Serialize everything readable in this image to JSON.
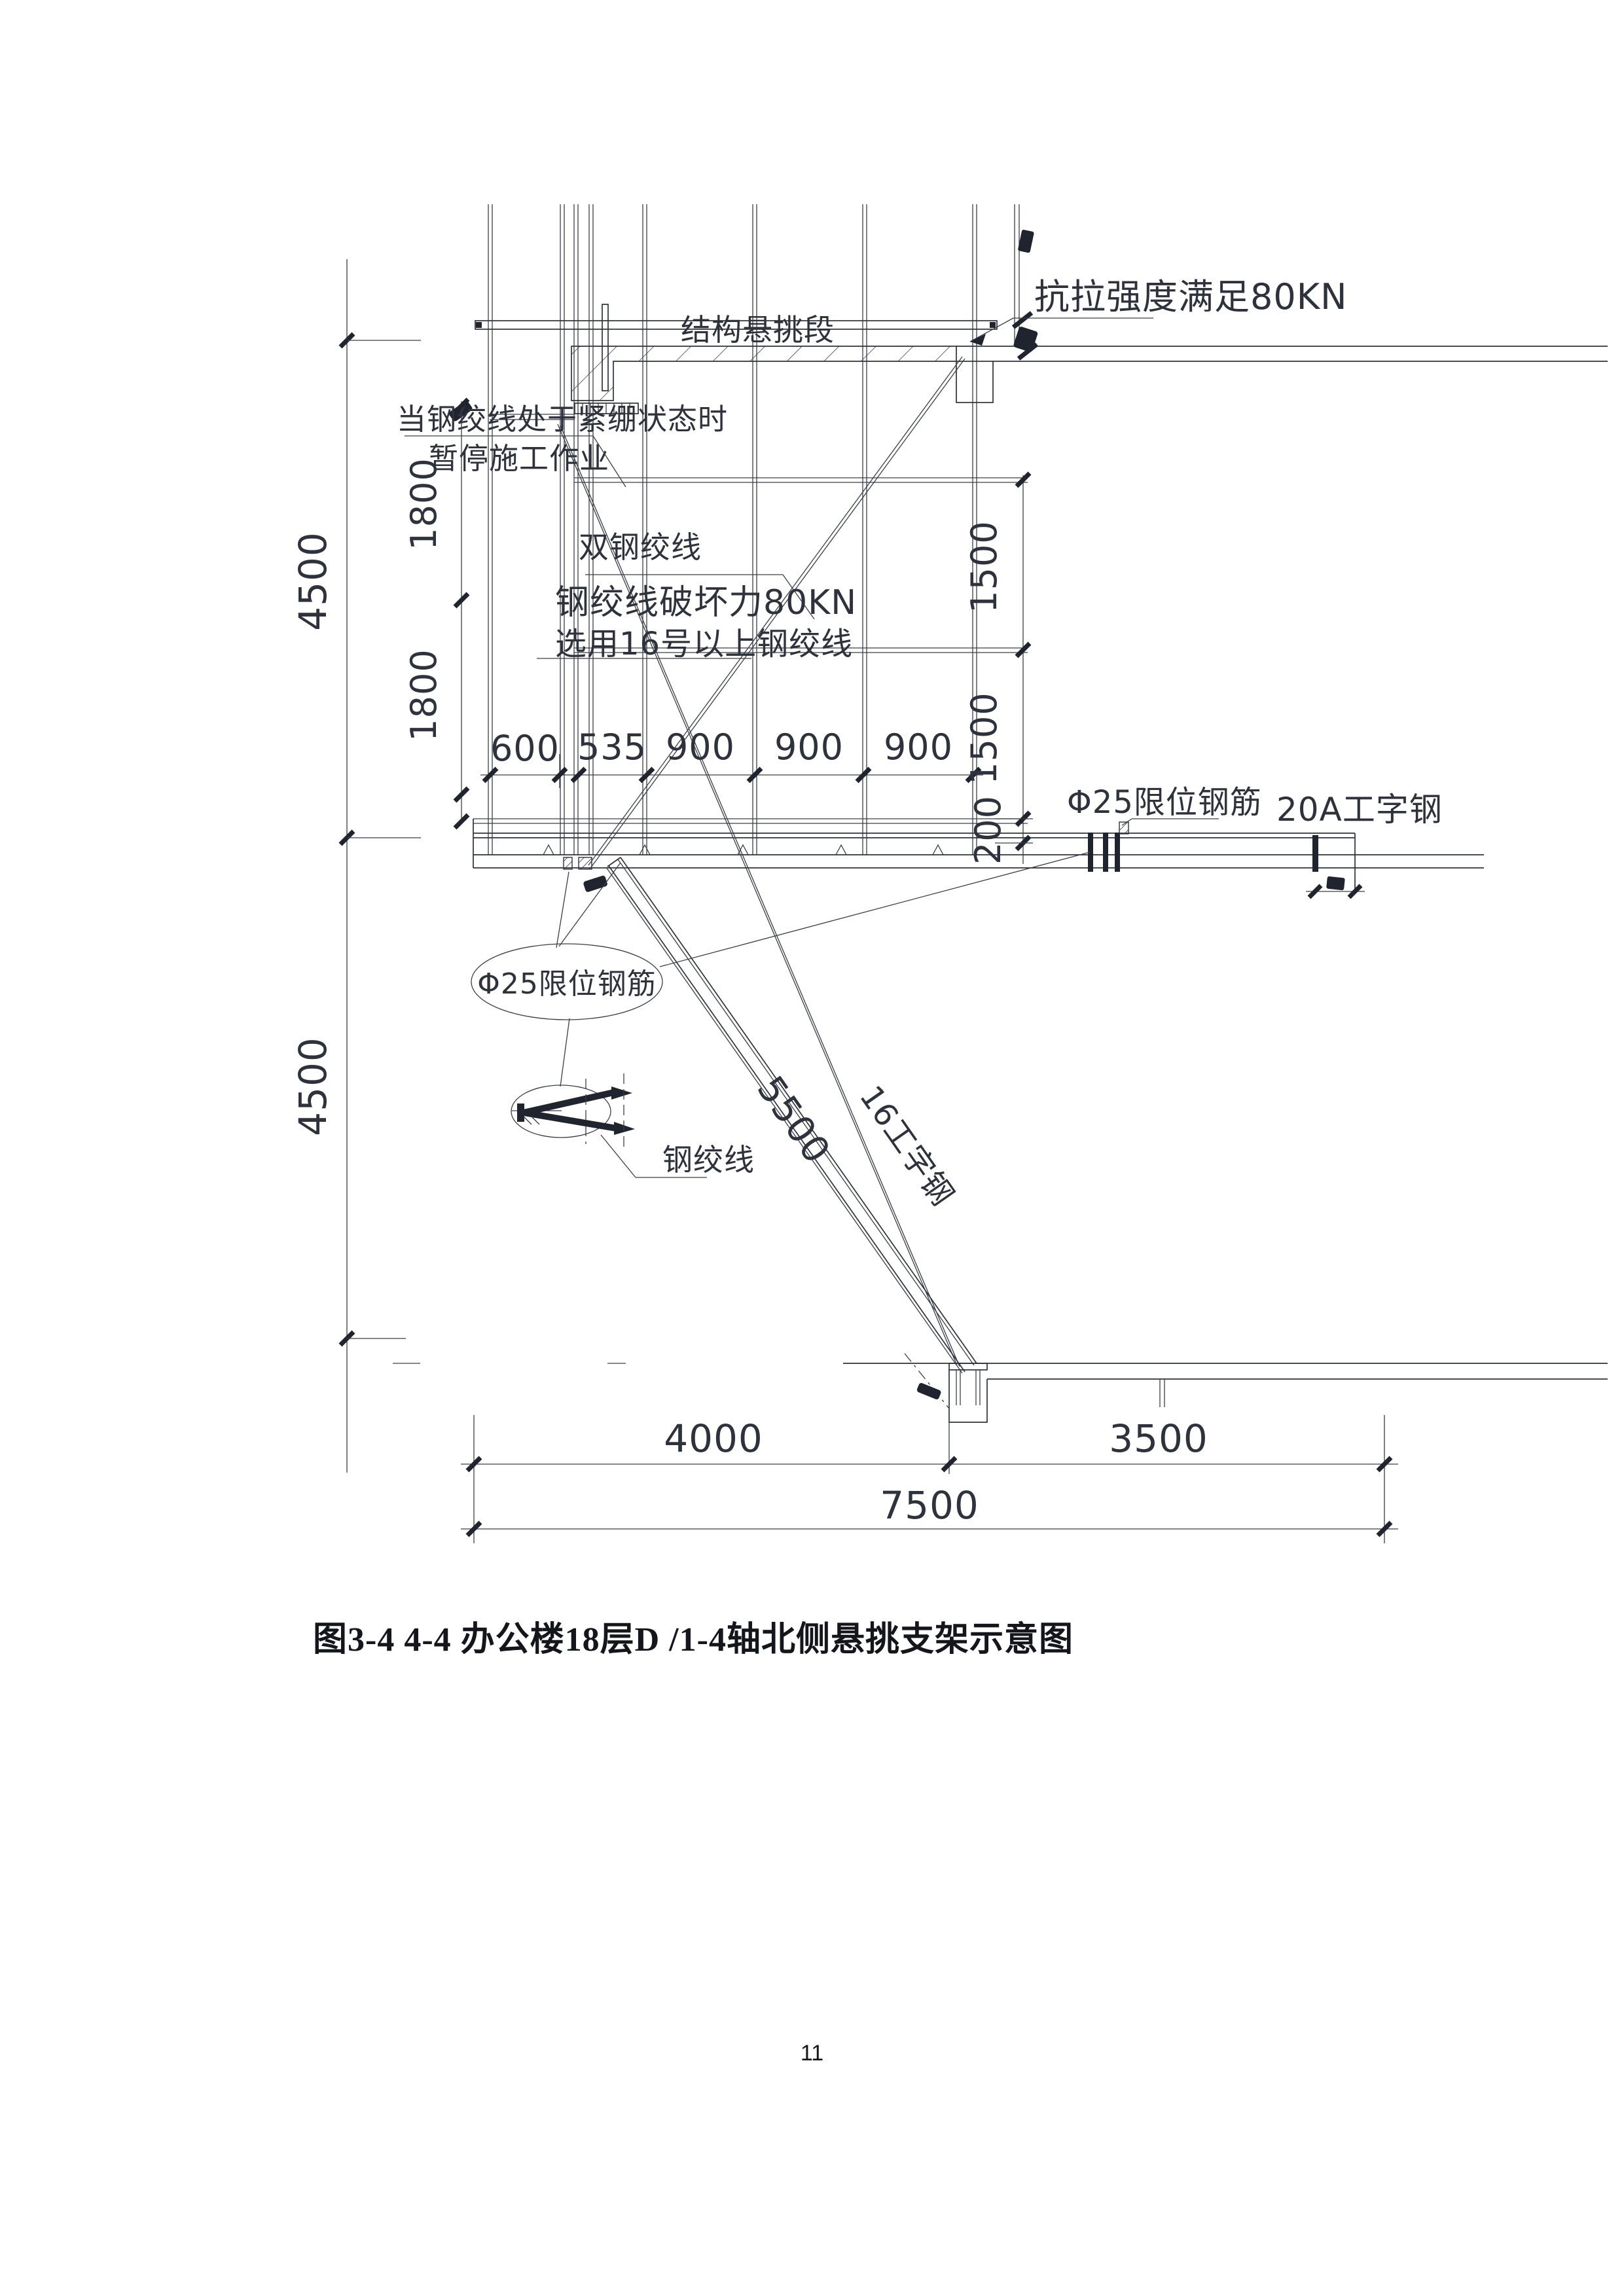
{
  "page": {
    "caption": "图3-4 4-4 办公楼18层D /1-4轴北侧悬挑支架示意图",
    "page_number": "11"
  },
  "drawing": {
    "labels": {
      "tensile": "抗拉强度满足80KN",
      "cantilever_section": "结构悬挑段",
      "strand_warning_1": "当钢绞线处于紧绷状态时",
      "strand_warning_2": "暂停施工作业",
      "double_strand": "双钢绞线",
      "break_force_1": "钢绞线破坏力80KN",
      "break_force_2": "选用16号以上钢绞线",
      "limit_rebar": "Φ25限位钢筋",
      "beam_20a": "20A工字钢",
      "limit_rebar_detail": "Φ25限位钢筋",
      "strand": "钢绞线",
      "beam_16": "16工字钢"
    },
    "dims": {
      "v_outer": [
        "4500",
        "4500"
      ],
      "v_inner_left": [
        "1800",
        "1800"
      ],
      "v_inner_right": [
        "1500",
        "1500",
        "200"
      ],
      "h_top": [
        "600",
        "535",
        "900",
        "900",
        "900"
      ],
      "diagonal": "5500",
      "h_bottom": [
        "4000",
        "3500"
      ],
      "h_total": "7500"
    },
    "colors": {
      "line": "#2e323c",
      "mark": "#20242e",
      "background": "#ffffff"
    }
  }
}
